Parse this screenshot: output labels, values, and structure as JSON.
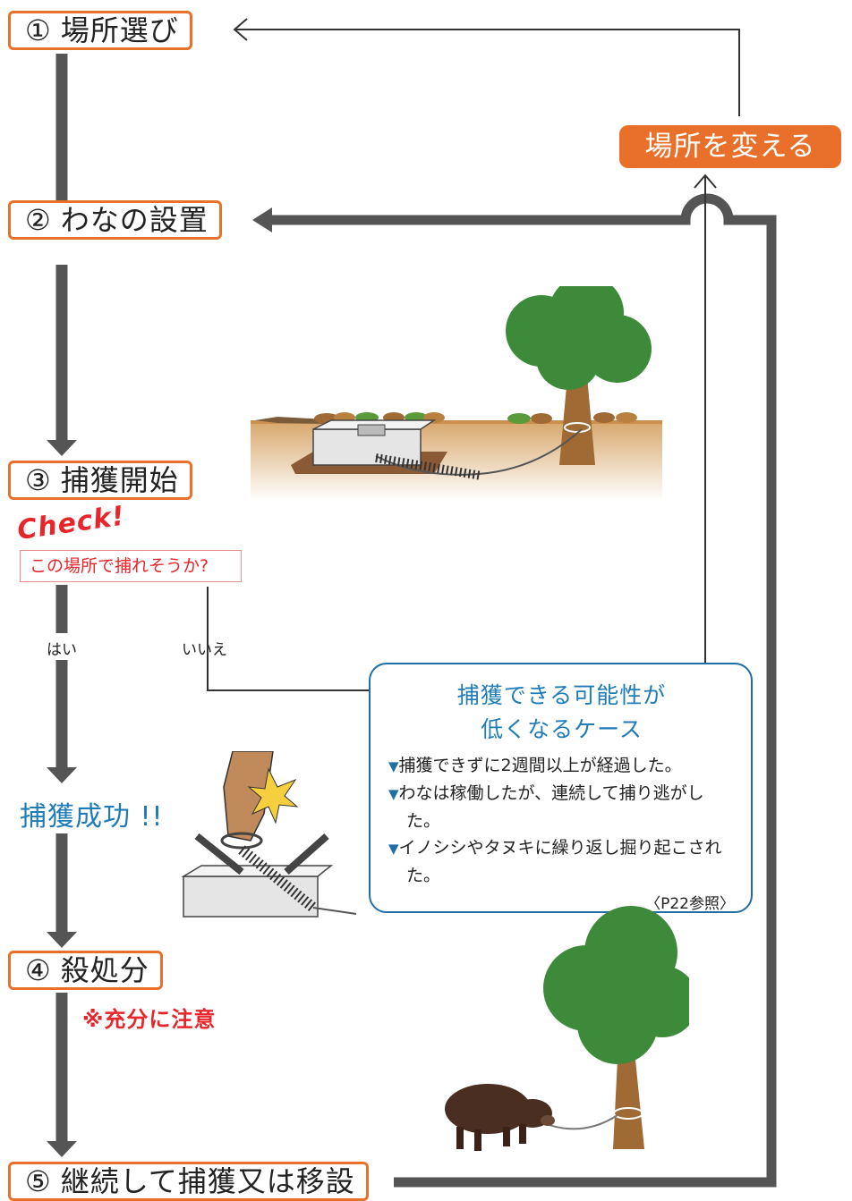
{
  "steps": [
    {
      "num": "①",
      "label": "場所選び"
    },
    {
      "num": "②",
      "label": "わなの設置"
    },
    {
      "num": "③",
      "label": "捕獲開始"
    },
    {
      "num": "④",
      "label": "殺処分"
    },
    {
      "num": "⑤",
      "label": "継続して捕獲又は移設"
    }
  ],
  "change_location": "場所を変える",
  "check": {
    "label": "Check!",
    "question": "この場所で捕れそうか?",
    "yes": "はい",
    "no": "いいえ"
  },
  "success": "捕獲成功 !!",
  "caution": "※充分に注意",
  "low_chance": {
    "title_line1": "捕獲できる可能性が",
    "title_line2": "低くなるケース",
    "marker": "▼",
    "items": [
      "捕獲できずに2週間以上が経過した。",
      "わなは稼働したが、連続して捕り逃がした。",
      "イノシシやタヌキに繰り返し掘り起こされた。"
    ],
    "reference": "〈P22参照〉"
  },
  "colors": {
    "accent_orange": "#e8702a",
    "title_blue": "#1f7cb6",
    "alert_red": "#e8252a",
    "flow_gray": "#555555"
  }
}
